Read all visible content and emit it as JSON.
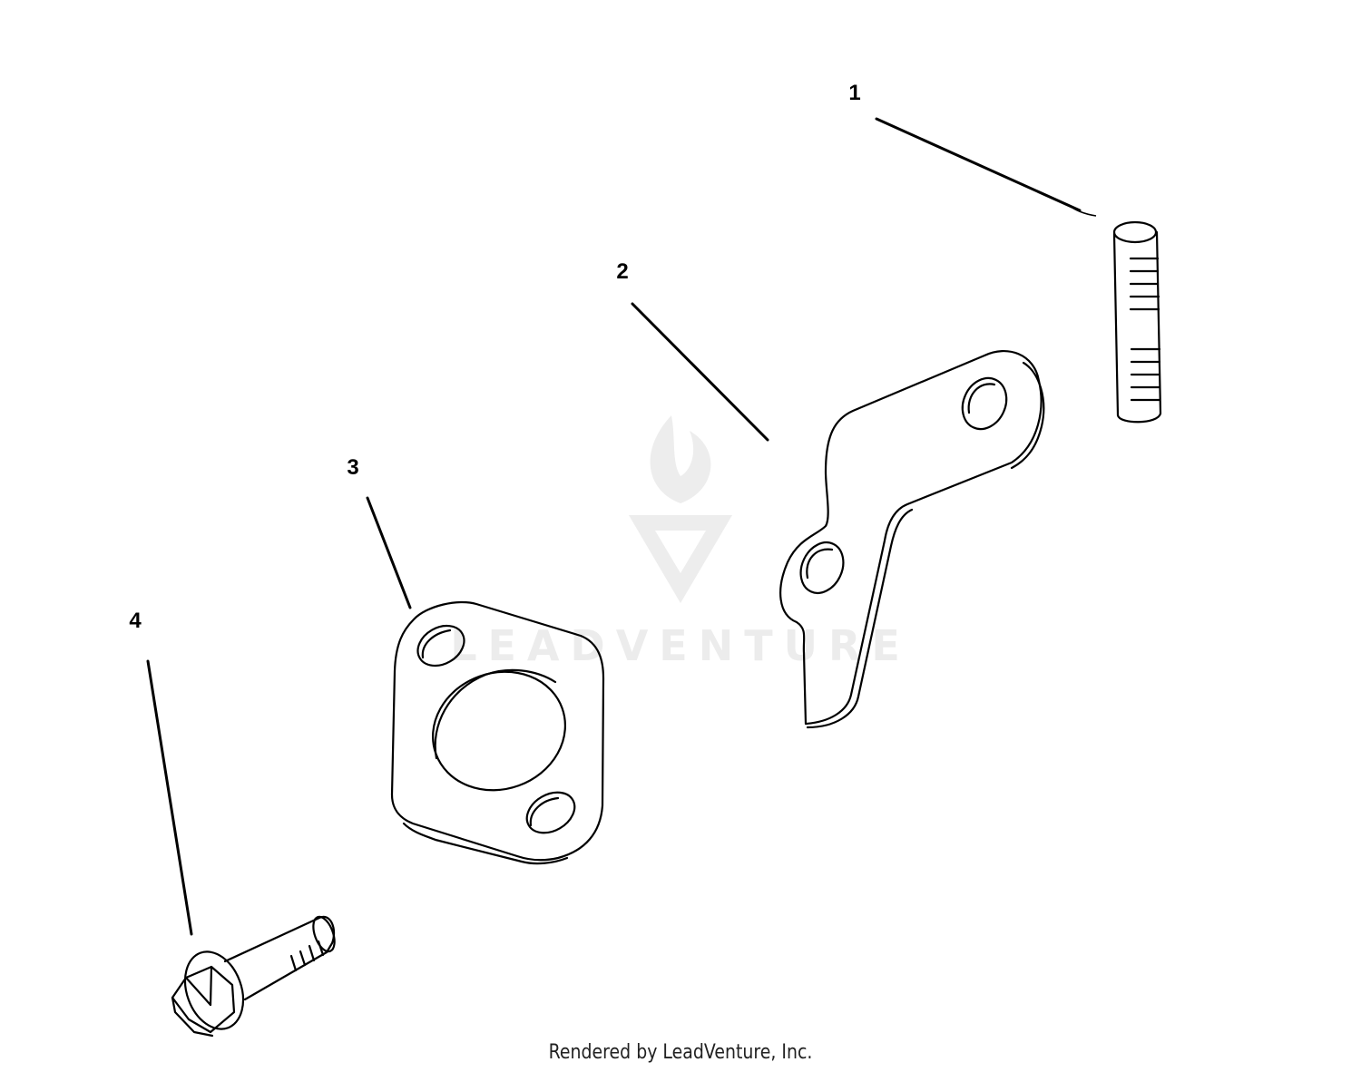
{
  "callouts": {
    "c1": "1",
    "c2": "2",
    "c3": "3",
    "c4": "4"
  },
  "watermark": {
    "text": "LEADVENTURE",
    "color": "#ececec"
  },
  "footer": {
    "text": "Rendered by LeadVenture, Inc."
  },
  "colors": {
    "line": "#000000",
    "background": "#ffffff"
  }
}
